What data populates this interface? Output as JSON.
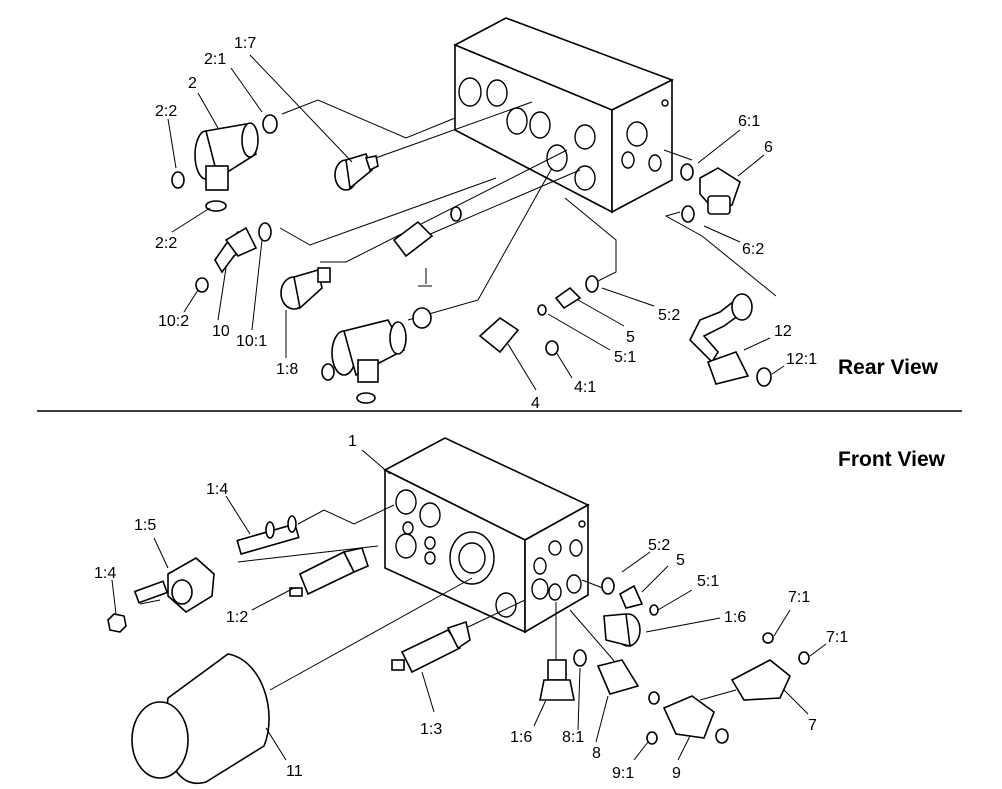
{
  "views": {
    "rear": "Rear View",
    "front": "Front View"
  },
  "labels": {
    "rear": [
      "1:7",
      "2:1",
      "2",
      "2:2",
      "2:2",
      "6:1",
      "6",
      "6:2",
      "10:2",
      "10",
      "10:1",
      "1:8",
      "5:2",
      "5",
      "5:1",
      "4:1",
      "4",
      "12",
      "12:1"
    ],
    "front": [
      "1",
      "1:4",
      "1:5",
      "1:4",
      "1:2",
      "1:3",
      "11",
      "5:2",
      "5",
      "5:1",
      "1:6",
      "1:6",
      "8:1",
      "8",
      "9:1",
      "9",
      "7:1",
      "7:1",
      "7"
    ]
  }
}
